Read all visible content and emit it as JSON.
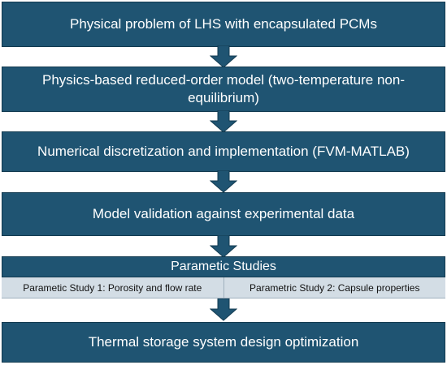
{
  "flow": {
    "step1": "Physical problem of LHS with encapsulated PCMs",
    "step2": "Physics-based reduced-order model (two-temperature non-equilibrium)",
    "step3": "Numerical discretization and implementation (FVM-MATLAB)",
    "step4": "Model validation against experimental data",
    "parametric": {
      "title": "Parametic Studies",
      "study1": "Parametic Study 1: Porosity and flow rate",
      "study2": "Parametric Study 2: Capsule properties"
    },
    "step5": "Thermal storage system design optimization"
  },
  "colors": {
    "box_fill": "#1f5472",
    "sub_fill": "#d3dde5",
    "arrow_fill": "#1f5472"
  }
}
